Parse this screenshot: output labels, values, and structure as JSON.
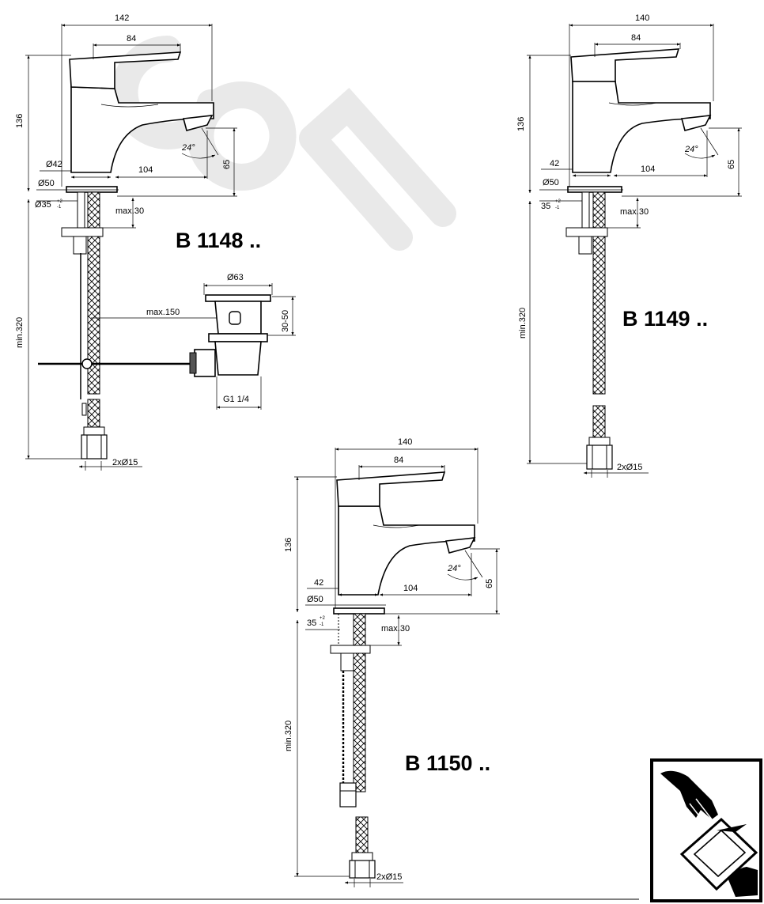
{
  "watermark_color": "#e9e9e9",
  "icons": [
    "hand-with-document-pictogram"
  ],
  "models": [
    {
      "label": "B 1148 ..",
      "dimensions": {
        "overall_width": "142",
        "lever_width": "84",
        "height": "136",
        "spout_height": "65",
        "spout_reach": "104",
        "body_diameter": "Ø42",
        "base_diameter": "Ø50",
        "hole_diameter": "Ø35",
        "hole_tolerance_plus": "+2",
        "hole_tolerance_minus": "-1",
        "max_deck": "max.30",
        "hose_length": "min.320",
        "connections": "2xØ15",
        "spout_angle": "24°"
      },
      "waste": {
        "diameter": "Ø63",
        "rod_length": "max.150",
        "plug_height": "30-50",
        "thread": "G1 1/4"
      }
    },
    {
      "label": "B 1149 ..",
      "dimensions": {
        "overall_width": "140",
        "lever_width": "84",
        "height": "136",
        "spout_height": "65",
        "spout_reach": "104",
        "body_diameter": "42",
        "base_diameter": "Ø50",
        "hole_diameter": "35",
        "hole_tolerance_plus": "+2",
        "hole_tolerance_minus": "-1",
        "max_deck": "max.30",
        "hose_length": "min.320",
        "connections": "2xØ15",
        "spout_angle": "24°"
      }
    },
    {
      "label": "B 1150 ..",
      "dimensions": {
        "overall_width": "140",
        "lever_width": "84",
        "height": "136",
        "spout_height": "65",
        "spout_reach": "104",
        "body_diameter": "42",
        "base_diameter": "Ø50",
        "hole_diameter": "35",
        "hole_tolerance_plus": "+2",
        "hole_tolerance_minus": "-1",
        "max_deck": "max.30",
        "hose_length": "min.320",
        "connections": "2xØ15",
        "spout_angle": "24°"
      }
    }
  ]
}
